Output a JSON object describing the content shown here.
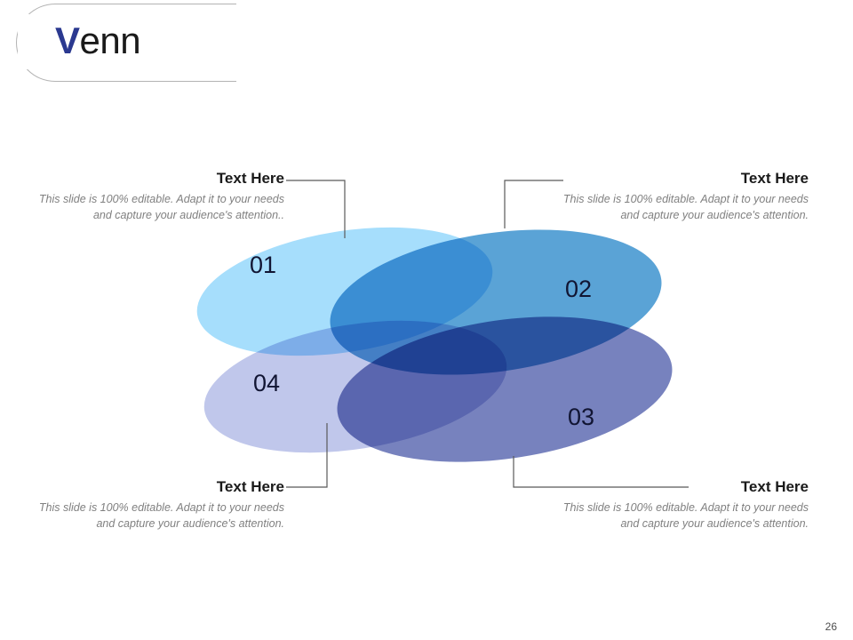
{
  "slide": {
    "title_accent": "V",
    "title_rest": "enn",
    "page_number": "26"
  },
  "venn": {
    "labels": [
      "01",
      "02",
      "03",
      "04"
    ],
    "colors": {
      "set_01": "#9FDCFC",
      "set_02": "#4899D1",
      "set_03": "#6471B5",
      "set_04": "#B7BFE8"
    }
  },
  "callouts": [
    {
      "id": "top-left",
      "title": "Text Here",
      "body": "This slide is 100% editable. Adapt it to your needs and capture your audience's attention.."
    },
    {
      "id": "top-right",
      "title": "Text Here",
      "body": "This slide is 100% editable. Adapt it to your needs and capture your audience's attention."
    },
    {
      "id": "bottom-left",
      "title": "Text Here",
      "body": "This slide is 100% editable. Adapt it to your needs and capture your audience's attention."
    },
    {
      "id": "bottom-right",
      "title": "Text Here",
      "body": "This slide is 100% editable. Adapt it to your needs and capture your audience's attention."
    }
  ]
}
